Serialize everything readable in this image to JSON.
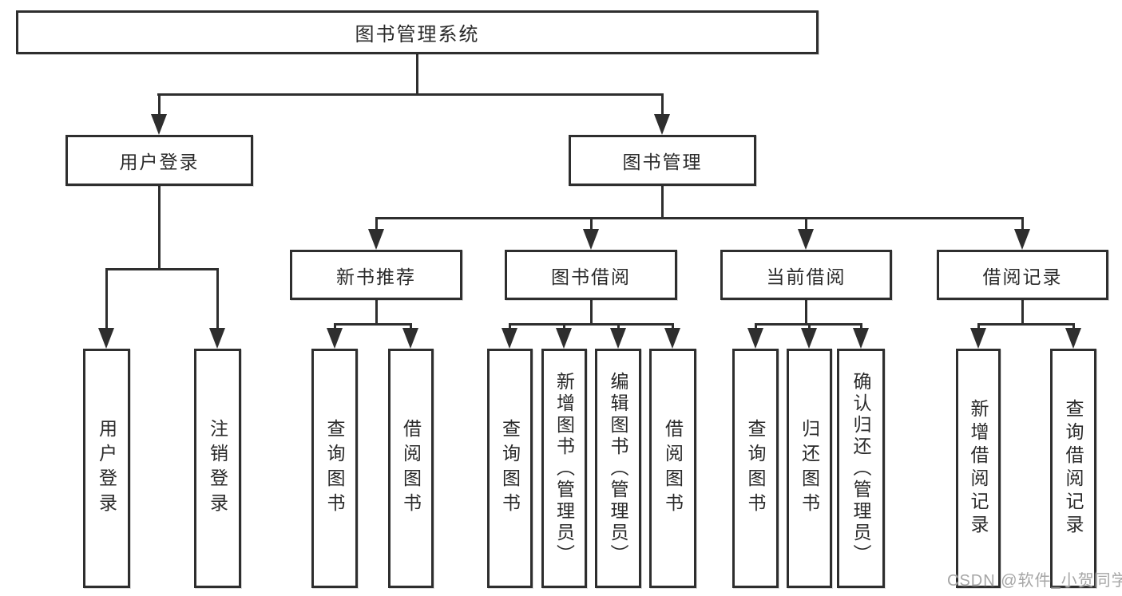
{
  "title": {
    "label": "图书管理系统"
  },
  "level2": [
    {
      "label": "用户登录"
    },
    {
      "label": "图书管理"
    }
  ],
  "level3": [
    {
      "label": "新书推荐"
    },
    {
      "label": "图书借阅"
    },
    {
      "label": "当前借阅"
    },
    {
      "label": "借阅记录"
    }
  ],
  "leaves": [
    {
      "label": "用户登录"
    },
    {
      "label": "注销登录"
    },
    {
      "label": "查询图书"
    },
    {
      "label": "借阅图书"
    },
    {
      "label": "查询图书"
    },
    {
      "label": "新增图书（管理员）"
    },
    {
      "label": "编辑图书（管理员）"
    },
    {
      "label": "借阅图书"
    },
    {
      "label": "查询图书"
    },
    {
      "label": "归还图书"
    },
    {
      "label": "确认归还（管理员）"
    },
    {
      "label": "新增借阅记录"
    },
    {
      "label": "查询借阅记录"
    }
  ],
  "watermark": {
    "text": "CSDN @软件_小贺同学"
  },
  "colors": {
    "line": "#2e2e2e",
    "box_border": "#2e2e2e",
    "box_background": "#ffffff",
    "text": "#2a2a2a",
    "watermark": "#a6a6a6",
    "page_background": "#ffffff"
  }
}
